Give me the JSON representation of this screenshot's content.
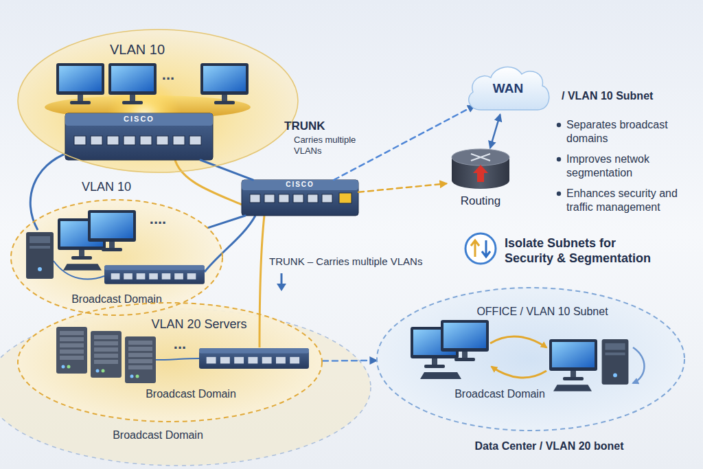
{
  "diagram": {
    "nodes": [
      {
        "text": [
          "VLAN 10"
        ]
      },
      {
        "text": [
          "CISCO"
        ],
        "in": 0
      },
      {
        "text": [
          "WAN"
        ]
      },
      {
        "text": [
          "CISCO"
        ]
      },
      {
        "text": [
          "Routing"
        ]
      },
      {
        "text": [
          "VLAN 10",
          "Broadcast Domain"
        ]
      },
      {
        "text": [
          "VLAN 20 Servers",
          "Broadcast Domain"
        ]
      },
      {
        "text": [
          "OFFICE / VLAN 10 Subnet",
          "Broadcast Domain"
        ]
      }
    ],
    "edges": [
      {
        "from": 1,
        "to": 3,
        "arrow": "none"
      },
      {
        "from": 3,
        "to": 4,
        "arrow": "to"
      },
      {
        "from": 3,
        "to": 2,
        "arrow": "to"
      },
      {
        "from": 4,
        "to": 2,
        "arrow": "both"
      },
      {
        "from": 5,
        "to": 3,
        "arrow": "none"
      },
      {
        "from": 6,
        "to": 7,
        "arrow": "to"
      }
    ],
    "labels": [
      "...",
      "TRUNK",
      "Carries multiple VLANs",
      "/ VLAN 10 Subnet",
      "Separates broadcast domains",
      "Improves netwok segmentation",
      "Enhances security and traffic management",
      "....",
      "Isolate Subnets for Security & Segmentation",
      "TRUNK – Carries multiple VLANs",
      "...",
      "Broadcast Domain",
      "Data Center / VLAN 20 bonet"
    ]
  }
}
